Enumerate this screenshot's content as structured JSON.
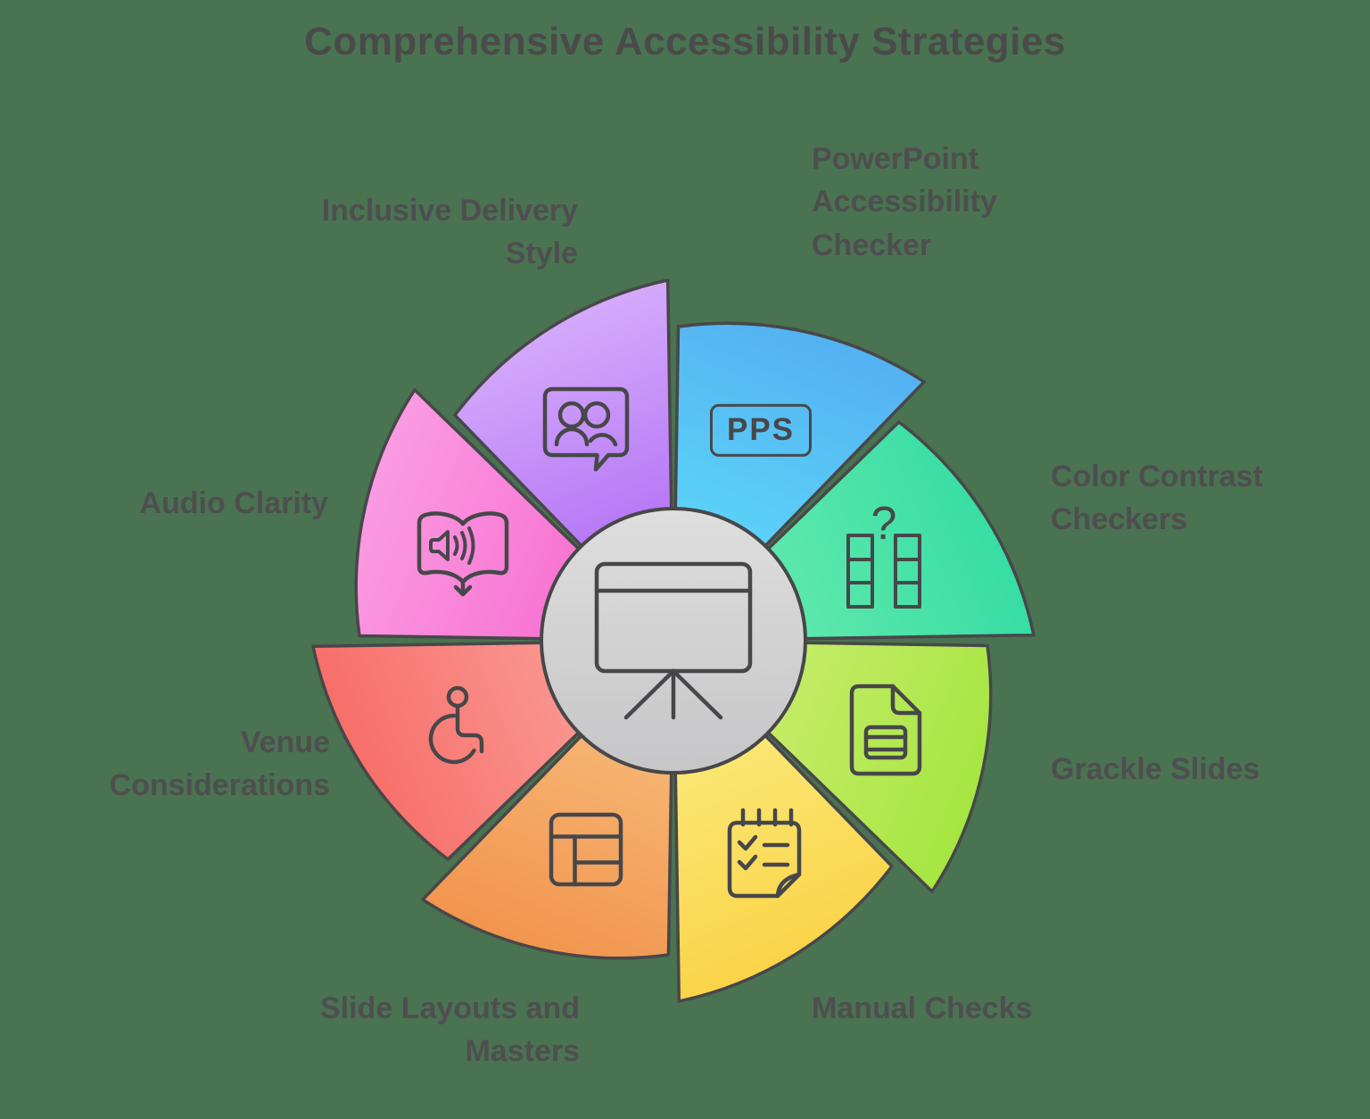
{
  "title": "Comprehensive Accessibility Strategies",
  "colors": {
    "background": "#4a7351",
    "outline": "#474749",
    "title_text": "#4a4a4a",
    "label_text": "#4e4e50",
    "center_fill_top": "#dedede",
    "center_fill_bottom": "#c6c6c8"
  },
  "center": {
    "icon": "presentation-easel-icon"
  },
  "segments": [
    {
      "id": "powerpoint-accessibility-checker",
      "label": "PowerPoint\nAccessibility\nChecker",
      "icon": "pps-badge-icon",
      "icon_text": "PPS",
      "color_outer": "#53aef1",
      "color_inner": "#60e3fc"
    },
    {
      "id": "color-contrast-checkers",
      "label": "Color Contrast\nCheckers",
      "icon": "contrast-columns-question-icon",
      "icon_glyph": "?",
      "color_outer": "#34dca4",
      "color_inner": "#72eeb0"
    },
    {
      "id": "grackle-slides",
      "label": "Grackle Slides",
      "icon": "slides-document-icon",
      "color_outer": "#a3e53e",
      "color_inner": "#d5ef7b"
    },
    {
      "id": "manual-checks",
      "label": "Manual Checks",
      "icon": "checklist-notepad-icon",
      "color_outer": "#fbd244",
      "color_inner": "#faf18c"
    },
    {
      "id": "slide-layouts-and-masters",
      "label": "Slide Layouts and\nMasters",
      "icon": "slide-layout-icon",
      "color_outer": "#f1924b",
      "color_inner": "#f9c585"
    },
    {
      "id": "venue-considerations",
      "label": "Venue\nConsiderations",
      "icon": "wheelchair-icon",
      "color_outer": "#f76b66",
      "color_inner": "#fcaaa4"
    },
    {
      "id": "audio-clarity",
      "label": "Audio Clarity",
      "icon": "audio-book-icon",
      "color_outer": "#fb9fe4",
      "color_inner": "#f65fc9"
    },
    {
      "id": "inclusive-delivery-style",
      "label": "Inclusive Delivery\nStyle",
      "icon": "people-speech-bubble-icon",
      "color_outer": "#d7affc",
      "color_inner": "#a75df2"
    }
  ]
}
